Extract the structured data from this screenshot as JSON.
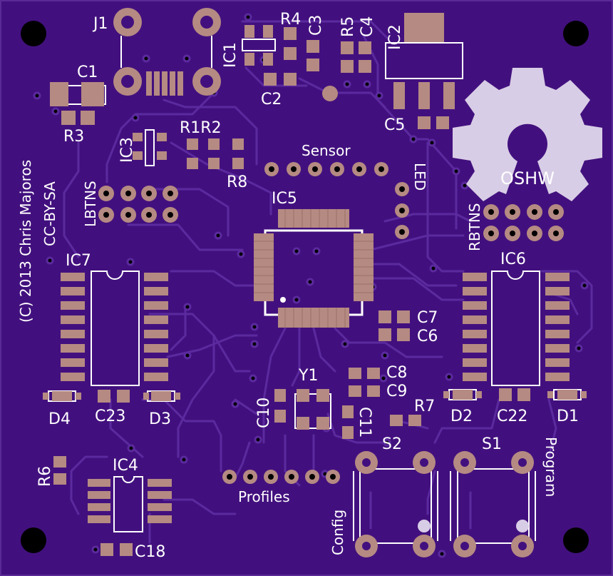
{
  "colors": {
    "board": "#42107e",
    "board_edge": "#5a2a96",
    "trace": "#5b2a9e",
    "copper": "#b58a82",
    "copper_dark": "#9a7068",
    "silk": "#ffffff",
    "hole": "#000000",
    "logo": "#d8cde6"
  },
  "labels": {
    "j1": "J1",
    "c1": "C1",
    "r3": "R3",
    "r4": "R4",
    "c3": "C3",
    "r5": "R5",
    "c4": "C4",
    "ic2": "IC2",
    "ic1": "IC1",
    "c2": "C2",
    "c5": "C5",
    "ic3": "IC3",
    "r1r2": "R1R2",
    "r8": "R8",
    "sensor": "Sensor",
    "led": "LED",
    "oshw": "OSHW",
    "lbtns": "LBTNS",
    "rbtns": "RBTNS",
    "ic5": "IC5",
    "ic7": "IC7",
    "ic6": "IC6",
    "c7": "C7",
    "c6": "C6",
    "c8": "C8",
    "c9": "C9",
    "y1": "Y1",
    "c10": "C10",
    "c11": "C11",
    "r7": "R7",
    "d4": "D4",
    "c23": "C23",
    "d3": "D3",
    "d2": "D2",
    "c22": "C22",
    "d1": "D1",
    "s2": "S2",
    "s1": "S1",
    "program": "Program",
    "config": "Config",
    "r6": "R6",
    "ic4": "IC4",
    "c18": "C18",
    "profiles": "Profiles",
    "credit_line1": "(C) 2013 Chris Majoros",
    "credit_line2": "CC-BY-SA"
  }
}
